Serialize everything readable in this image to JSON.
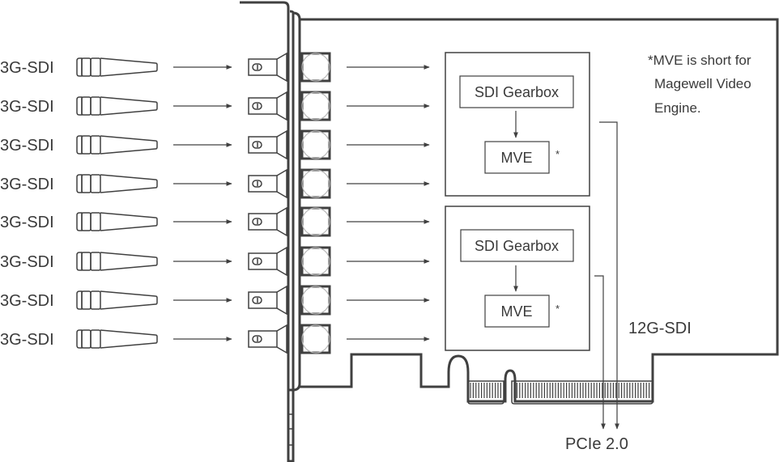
{
  "diagram": {
    "inputs": [
      {
        "label": "3G-SDI"
      },
      {
        "label": "3G-SDI"
      },
      {
        "label": "3G-SDI"
      },
      {
        "label": "3G-SDI"
      },
      {
        "label": "3G-SDI"
      },
      {
        "label": "3G-SDI"
      },
      {
        "label": "3G-SDI"
      },
      {
        "label": "3G-SDI"
      }
    ],
    "engines": [
      {
        "gearbox_label": "SDI Gearbox",
        "mve_label": "MVE",
        "mve_marker": "*"
      },
      {
        "gearbox_label": "SDI Gearbox",
        "mve_label": "MVE",
        "mve_marker": "*"
      }
    ],
    "footnote": {
      "line1": "*MVE is short for",
      "line2": "Magewell Video",
      "line3": "Engine."
    },
    "output_label": "12G-SDI",
    "bus_label": "PCIe 2.0",
    "colors": {
      "stroke": "#404040",
      "text": "#3a3a3a",
      "background": "#ffffff"
    }
  }
}
